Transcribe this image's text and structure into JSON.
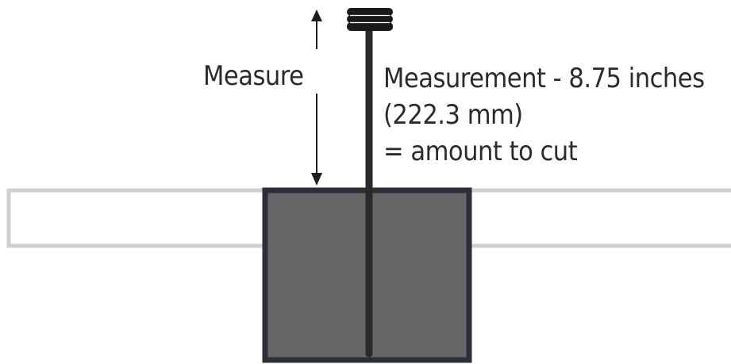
{
  "labels": {
    "measure": "Measure",
    "measurement_line1": "Measurement - 8.75 inches",
    "measurement_line2": "(222.3 mm)",
    "measurement_line3": "= amount to cut"
  },
  "colors": {
    "outline": "#cfcfcf",
    "box_fill": "#666666",
    "box_border": "#2c2f38",
    "rod": "#2a2a2a",
    "arrow": "#1f1f1f",
    "text": "#2b2b2b"
  }
}
